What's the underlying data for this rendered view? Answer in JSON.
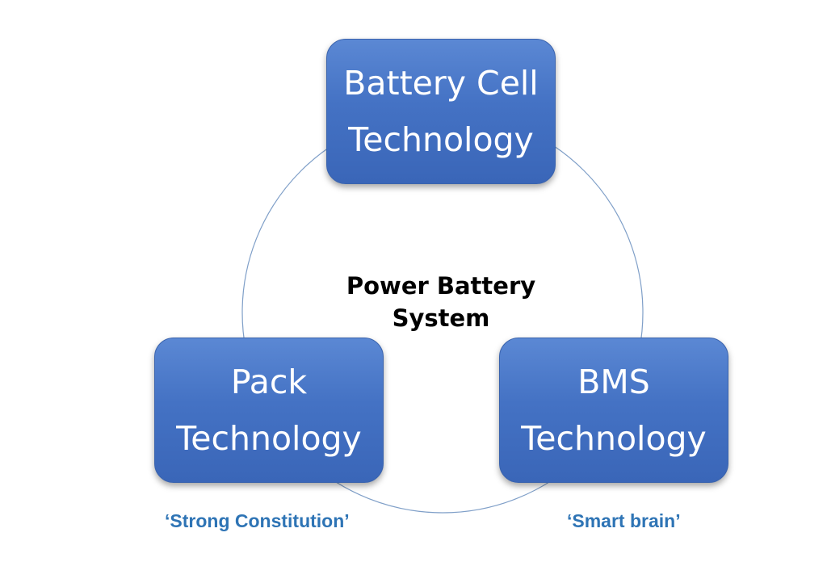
{
  "diagram": {
    "center": {
      "line1": "Power Battery",
      "line2": "System"
    },
    "nodes": {
      "cell": {
        "line1": "Battery Cell",
        "line2": "Technology"
      },
      "pack": {
        "line1": "Pack",
        "line2": "Technology"
      },
      "bms": {
        "line1": "BMS",
        "line2": "Technology"
      }
    },
    "captions": {
      "pack": "‘Strong Constitution’",
      "bms": "‘Smart brain’"
    }
  },
  "colors": {
    "node_fill": "#4472c4",
    "ring": "#7f9fc8",
    "caption": "#2e74b5"
  }
}
